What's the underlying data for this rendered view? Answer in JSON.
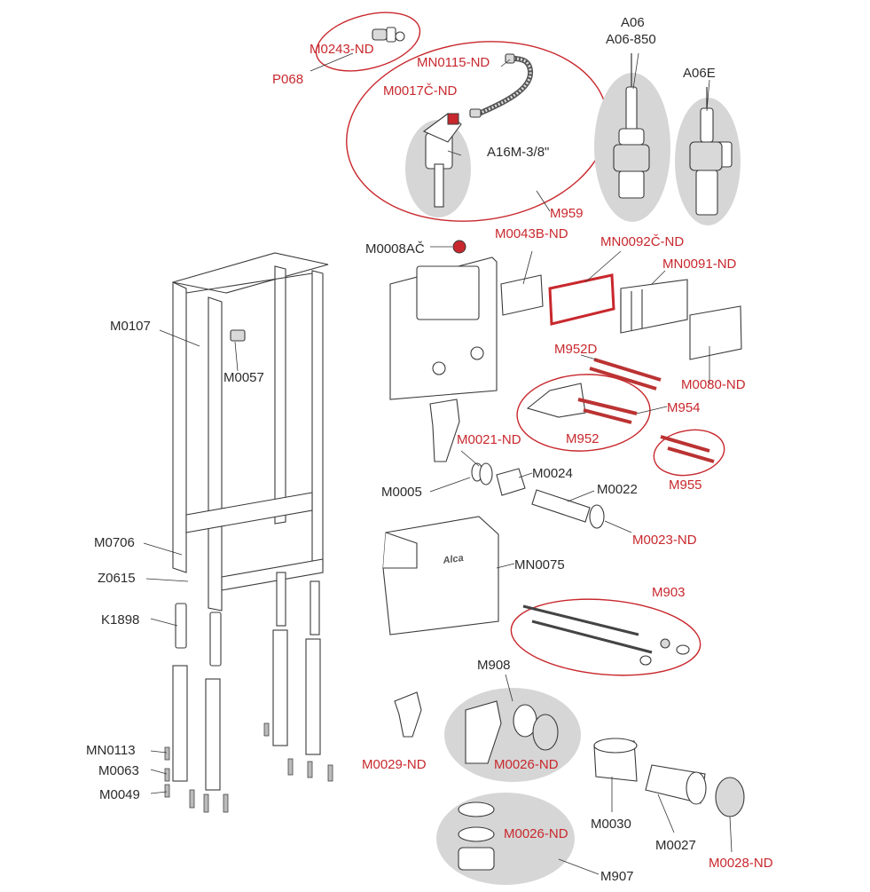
{
  "labels": {
    "M0243_ND": "M0243-ND",
    "P068": "P068",
    "MN0115_ND": "MN0115-ND",
    "M0017C_ND": "M0017Č-ND",
    "A16M": "A16M-3/8\"",
    "M959": "M959",
    "A06": "A06",
    "A06_850": "A06-850",
    "A06E": "A06E",
    "M0008AC": "M0008AČ",
    "M0043B_ND": "M0043B-ND",
    "MN0092C_ND": "MN0092Č-ND",
    "MN0091_ND": "MN0091-ND",
    "M0107": "M0107",
    "M0057": "M0057",
    "M952D": "M952D",
    "M0080_ND": "M0080-ND",
    "M954": "M954",
    "M952": "M952",
    "M0021_ND": "M0021-ND",
    "M955": "M955",
    "M0024": "M0024",
    "M0005": "M0005",
    "M0022": "M0022",
    "M0023_ND": "M0023-ND",
    "M0706": "M0706",
    "Z0615": "Z0615",
    "MN0075": "MN0075",
    "M903": "M903",
    "K1898": "K1898",
    "M908": "M908",
    "MN0113": "MN0113",
    "M0063": "M0063",
    "M0029_ND": "M0029-ND",
    "M0026_ND_a": "M0026-ND",
    "M0049": "M0049",
    "M0030": "M0030",
    "M0027": "M0027",
    "M0026_ND_b": "M0026-ND",
    "M0028_ND": "M0028-ND",
    "M907": "M907",
    "brand": "Alca"
  },
  "colors": {
    "accent_red": "#c8282d",
    "label_black": "#2b2b2b",
    "part_shade": "#d6d6d6"
  }
}
